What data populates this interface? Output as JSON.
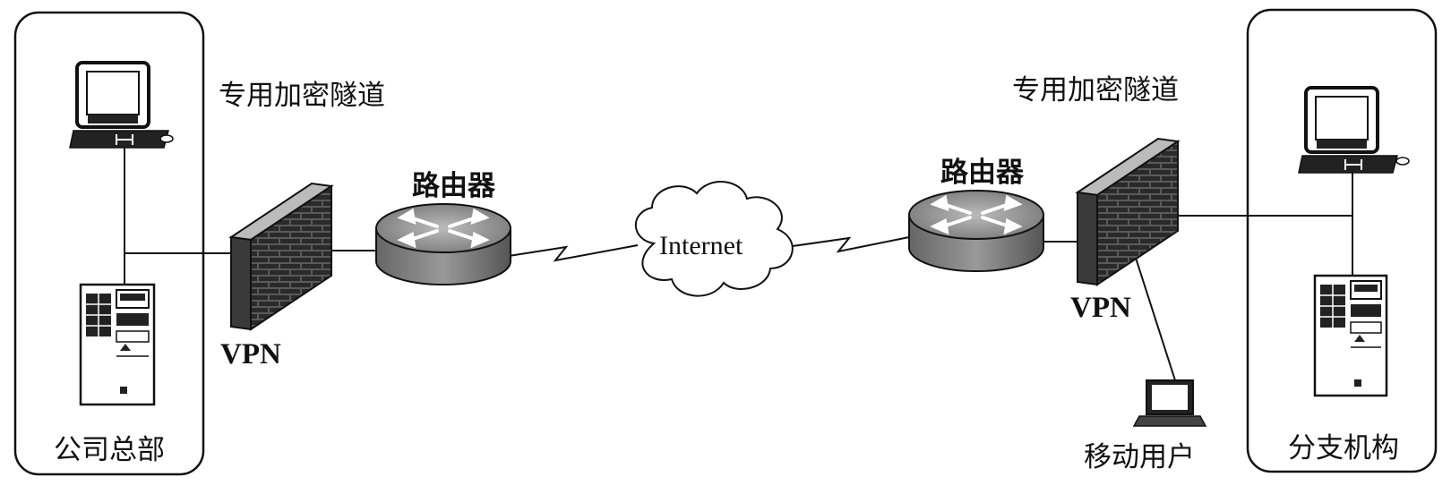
{
  "headquarters": {
    "label": "公司总部",
    "tunnel_label": "专用加密隧道",
    "vpn_label": "VPN",
    "router_label": "路由器"
  },
  "branch": {
    "label": "分支机构",
    "tunnel_label": "专用加密隧道",
    "vpn_label": "VPN",
    "router_label": "路由器"
  },
  "internet": {
    "label": "Internet"
  },
  "mobile": {
    "label": "移动用户"
  }
}
